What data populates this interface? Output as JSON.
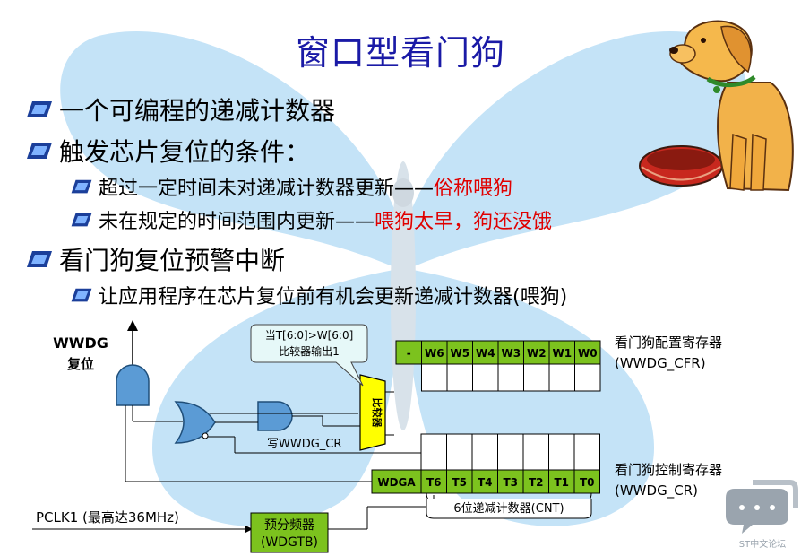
{
  "slide": {
    "title": "窗口型看门狗",
    "bullets": [
      {
        "text": "一个可编程的递减计数器"
      },
      {
        "text": "触发芯片复位的条件："
      },
      {
        "text": "超过一定时间未对递减计数器更新——",
        "highlight": "俗称喂狗"
      },
      {
        "text": "未在规定的时间范围内更新——",
        "highlight": "喂狗太早，狗还没饿"
      },
      {
        "text": "看门狗复位预警中断"
      },
      {
        "text": "让应用程序在芯片复位前有机会更新递减计数器(喂狗)"
      }
    ]
  },
  "diagram": {
    "reset_title": "WWDG",
    "reset_sub": "复位",
    "callout_line1": "当T[6:0]>W[6:0]",
    "callout_line2": "比较器输出1",
    "comparator": "比较器",
    "write_label": "写WWDG_CR",
    "cfr_bits": [
      "-",
      "W6",
      "W5",
      "W4",
      "W3",
      "W2",
      "W1",
      "W0"
    ],
    "cfr_name": "看门狗配置寄存器",
    "cfr_reg": "(WWDG_CFR)",
    "cr_bits": [
      "WDGA",
      "T6",
      "T5",
      "T4",
      "T3",
      "T2",
      "T1",
      "T0"
    ],
    "cr_name": "看门狗控制寄存器",
    "cr_reg": "(WWDG_CR)",
    "counter_label": "6位递减计数器(CNT)",
    "clock_label": "PCLK1 (最高达36MHz)",
    "prescaler_line1": "预分频器",
    "prescaler_line2": "(WDGTB)"
  },
  "watermark": {
    "text": "ST中文论坛"
  },
  "colors": {
    "title": "#1a1aa6",
    "highlight": "#e00000",
    "register_fill": "#7cc21e",
    "comparator_fill": "#ffff00",
    "callout_fill": "#e6f8f8",
    "background_butterfly": "#c4e3f7"
  }
}
